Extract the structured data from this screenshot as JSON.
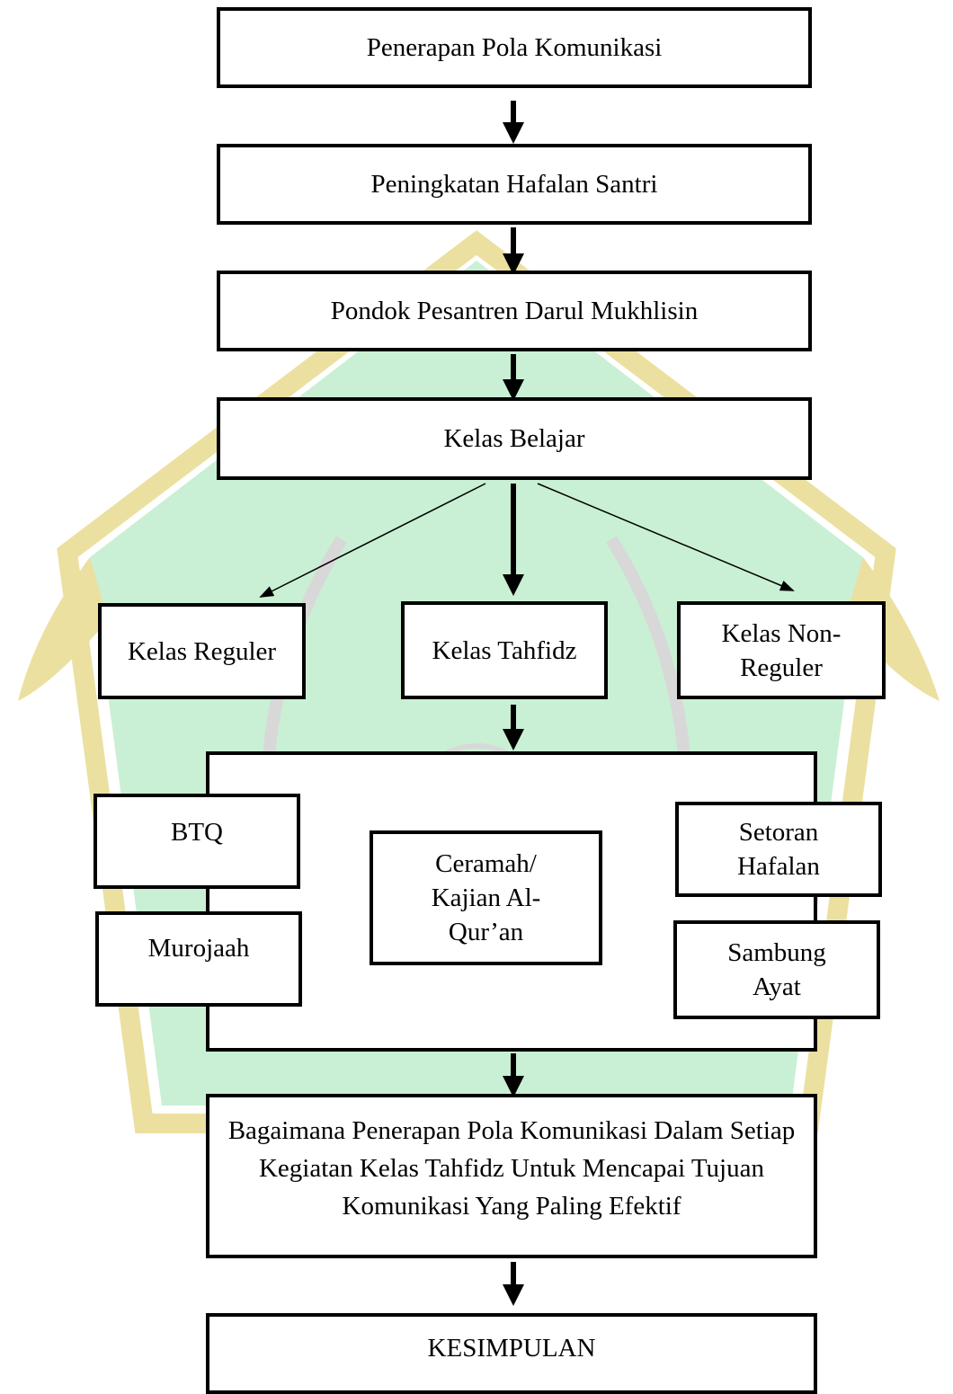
{
  "diagram": {
    "nodes": {
      "penerapan": "Penerapan Pola Komunikasi",
      "peningkatan": "Peningkatan Hafalan Santri",
      "pondok": "Pondok Pesantren Darul Mukhlisin",
      "kelas_belajar": "Kelas Belajar",
      "kelas_reguler": "Kelas Reguler",
      "kelas_tahfidz": "Kelas Tahfidz",
      "kelas_non_reguler": "Kelas Non-Reguler",
      "btq": "BTQ",
      "murojaah": "Murojaah",
      "ceramah": "Ceramah/ Kajian Al-Qur’an",
      "setoran": "Setoran Hafalan",
      "sambung": "Sambung Ayat",
      "bagaimana": "Bagaimana Penerapan Pola Komunikasi Dalam Setiap Kegiatan Kelas Tahfidz Untuk Mencapai Tujuan Komunikasi Yang Paling Efektif",
      "kesimpulan": "KESIMPULAN"
    },
    "edges": [
      [
        "penerapan",
        "peningkatan"
      ],
      [
        "peningkatan",
        "pondok"
      ],
      [
        "pondok",
        "kelas_belajar"
      ],
      [
        "kelas_belajar",
        "kelas_reguler"
      ],
      [
        "kelas_belajar",
        "kelas_tahfidz"
      ],
      [
        "kelas_belajar",
        "kelas_non_reguler"
      ],
      [
        "kelas_tahfidz",
        "activities"
      ],
      [
        "activities",
        "bagaimana"
      ],
      [
        "bagaimana",
        "kesimpulan"
      ]
    ],
    "watermark_colors": {
      "green": "#c9f0d4",
      "gold": "#ebe0a0",
      "gray": "#d8d8d8"
    }
  }
}
